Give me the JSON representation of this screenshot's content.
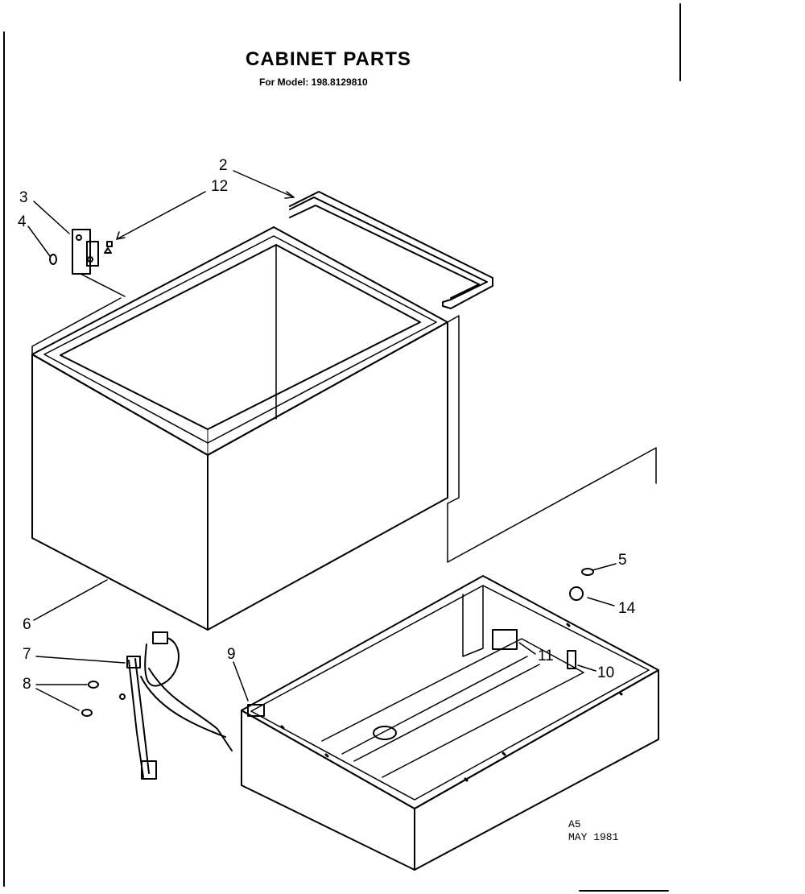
{
  "title": "CABINET PARTS",
  "subtitle": "For Model: 198.8129810",
  "stamp": {
    "line1": "A5",
    "line2": "MAY  1981"
  },
  "callouts": [
    "2",
    "12",
    "3",
    "4",
    "6",
    "7",
    "8",
    "9",
    "5",
    "14",
    "11",
    "10"
  ]
}
